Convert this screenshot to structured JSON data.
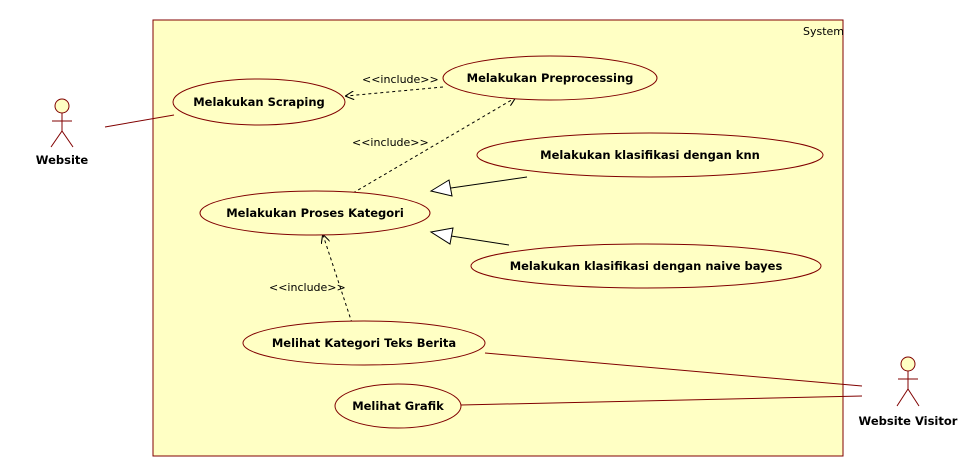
{
  "system": {
    "label": "System"
  },
  "actors": [
    {
      "id": "website",
      "label": "Website"
    },
    {
      "id": "visitor",
      "label": "Website Visitor"
    }
  ],
  "usecases": [
    {
      "id": "scraping",
      "label": "Melakukan Scraping"
    },
    {
      "id": "preprocessing",
      "label": "Melakukan Preprocessing"
    },
    {
      "id": "knn",
      "label": "Melakukan klasifikasi dengan knn"
    },
    {
      "id": "kategori",
      "label": "Melakukan Proses Kategori"
    },
    {
      "id": "naive",
      "label": "Melakukan klasifikasi dengan naive bayes"
    },
    {
      "id": "teks",
      "label": "Melihat Kategori Teks Berita"
    },
    {
      "id": "grafik",
      "label": "Melihat Grafik"
    }
  ],
  "relations": {
    "include_label": "<<include>>"
  },
  "colors": {
    "fill": "#FFFFC4",
    "stroke": "#800000"
  }
}
